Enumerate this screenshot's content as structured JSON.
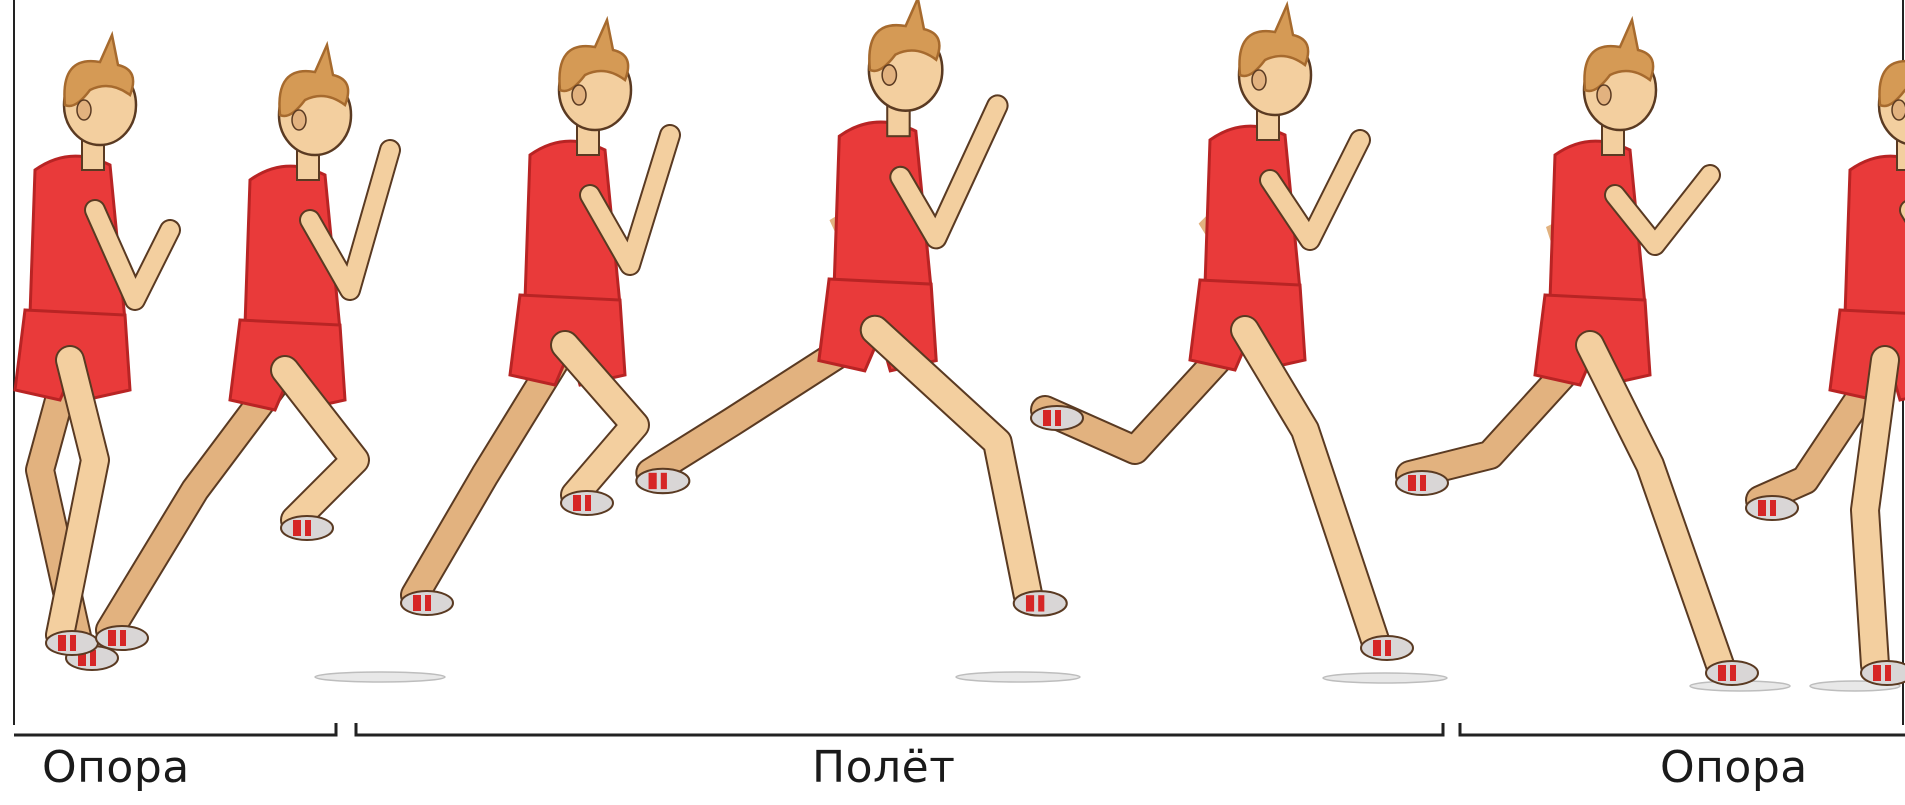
{
  "phases": {
    "left": "Опора",
    "middle": "Полёт",
    "right": "Опора"
  },
  "colors": {
    "skin": "#f3cf9f",
    "skin_shade": "#e2b27f",
    "hair": "#d59a55",
    "hair_dark": "#a66a2e",
    "jersey": "#e93a3a",
    "jersey_dark": "#b82424",
    "shoe": "#d9d6d6",
    "shoe_stripe": "#d62626",
    "outline": "#5a3a22",
    "shadow": "#c9c9c9",
    "bracket": "#222222"
  },
  "figure_icon": "running-man-icon"
}
